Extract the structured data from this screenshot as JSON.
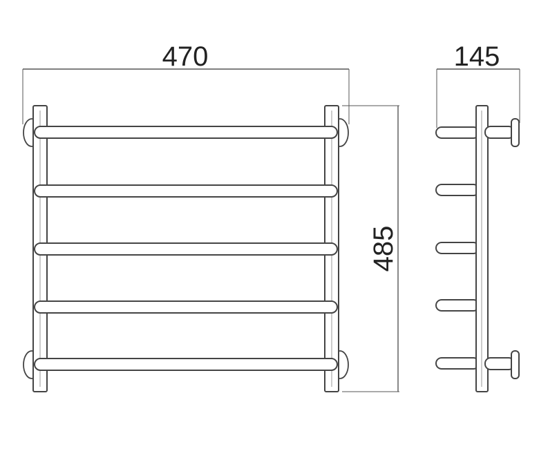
{
  "dimensions": {
    "width": "470",
    "depth": "145",
    "height": "485"
  },
  "colors": {
    "line": "#444444",
    "dim_line": "#555555",
    "text": "#222222",
    "background": "#ffffff"
  },
  "rails": {
    "count": 5
  }
}
